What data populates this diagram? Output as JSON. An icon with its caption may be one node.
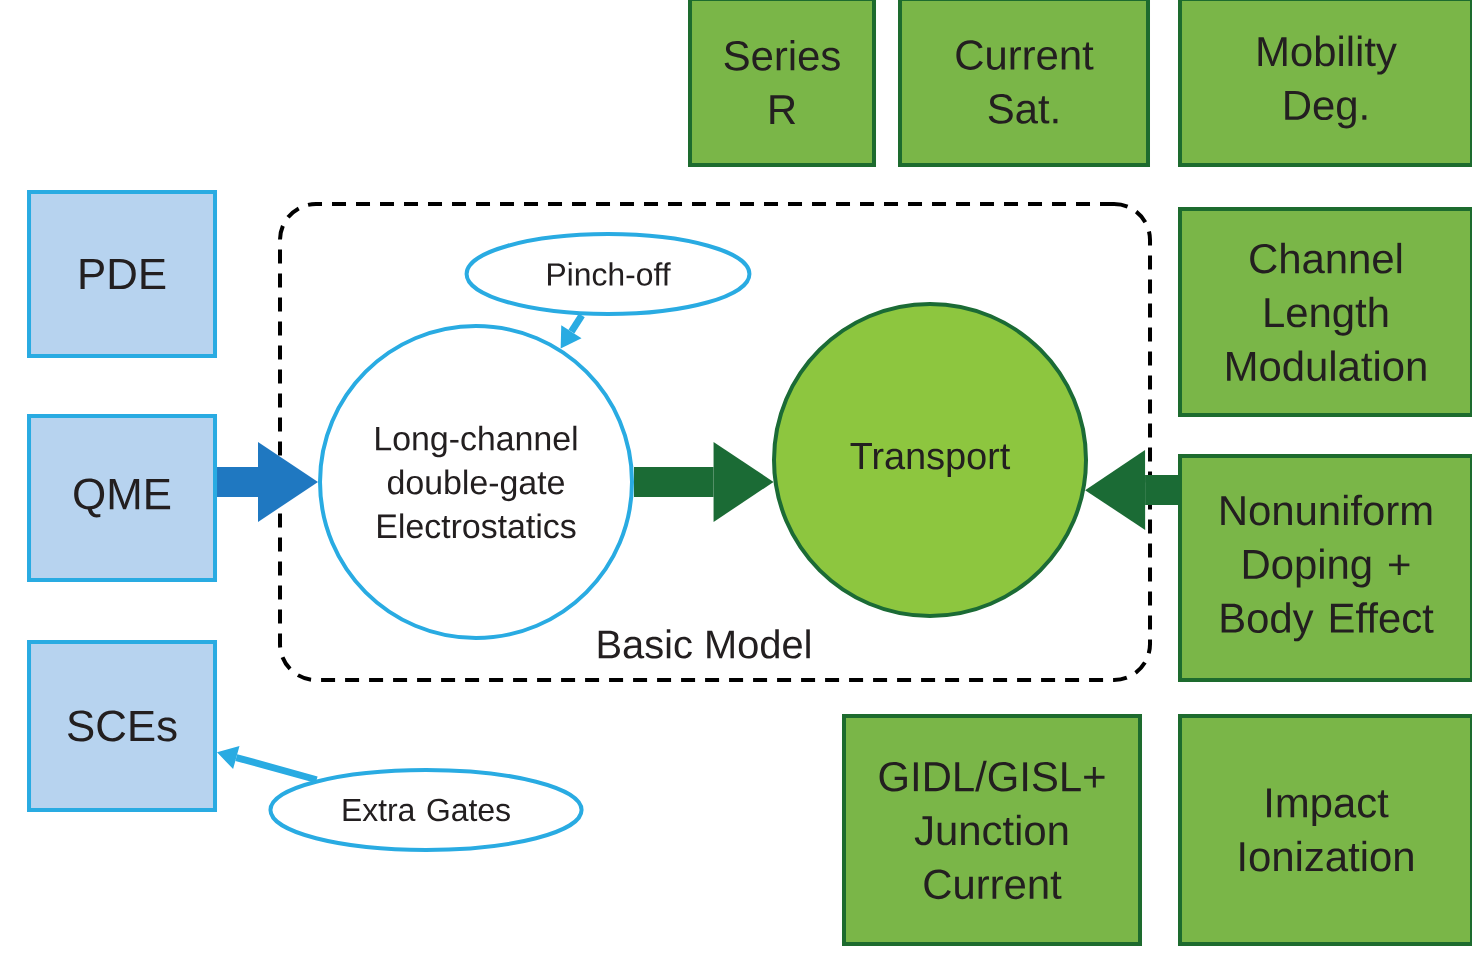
{
  "diagram": {
    "nodes": [
      {
        "text": [
          "Basic Model"
        ]
      },
      {
        "text": [
          "PDE"
        ]
      },
      {
        "text": [
          "QME"
        ]
      },
      {
        "text": [
          "SCEs"
        ]
      },
      {
        "text": [
          "Pinch-off"
        ],
        "in": 0
      },
      {
        "text": [
          "Long-channel double-gate Electrostatics"
        ],
        "in": 0
      },
      {
        "text": [
          "Transport"
        ],
        "in": 0
      },
      {
        "text": [
          "Extra Gates"
        ]
      },
      {
        "text": [
          "Series R"
        ]
      },
      {
        "text": [
          "Current Sat."
        ]
      },
      {
        "text": [
          "Mobility Deg."
        ]
      },
      {
        "text": [
          "Channel Length Modulation"
        ]
      },
      {
        "text": [
          "Nonuniform Doping + Body Effect"
        ]
      },
      {
        "text": [
          "GIDL/GISL+ Junction Current"
        ]
      },
      {
        "text": [
          "Impact Ionization"
        ]
      }
    ],
    "edges": [
      {
        "from": 2,
        "to": 5,
        "arrow": "to",
        "color": "#1f78c1"
      },
      {
        "from": 5,
        "to": 6,
        "arrow": "to",
        "color": "#1b6b35"
      },
      {
        "from": 12,
        "to": 6,
        "arrow": "to",
        "color": "#1b6b35"
      },
      {
        "from": 4,
        "to": 5,
        "arrow": "to",
        "color": "#29abe2"
      },
      {
        "from": 7,
        "to": 3,
        "arrow": "to",
        "color": "#29abe2"
      }
    ]
  }
}
